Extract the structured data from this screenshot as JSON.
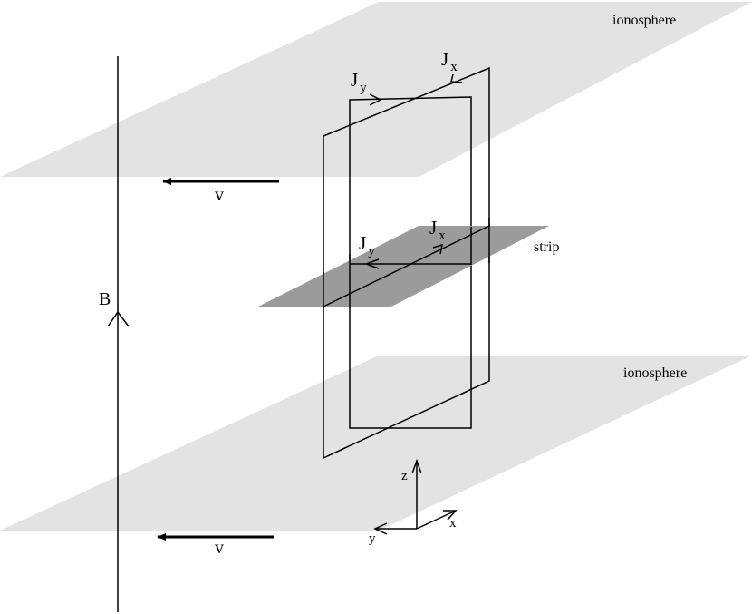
{
  "labels": {
    "ionosphere_top": "ionosphere",
    "ionosphere_bottom": "ionosphere",
    "strip": "strip",
    "B": "B",
    "v_top": "v",
    "v_bottom": "v",
    "Jy_top": {
      "main": "J",
      "sub": "y"
    },
    "Jx_top": {
      "main": "J",
      "sub": "x"
    },
    "Jy_mid": {
      "main": "J",
      "sub": "y"
    },
    "Jx_mid": {
      "main": "J",
      "sub": "x"
    },
    "axis_z": "z",
    "axis_x": "x",
    "axis_y": "y"
  },
  "colors": {
    "ionosphere_fill": "#e3e3e3",
    "strip_fill": "#9b9b9b",
    "line": "#000000"
  }
}
